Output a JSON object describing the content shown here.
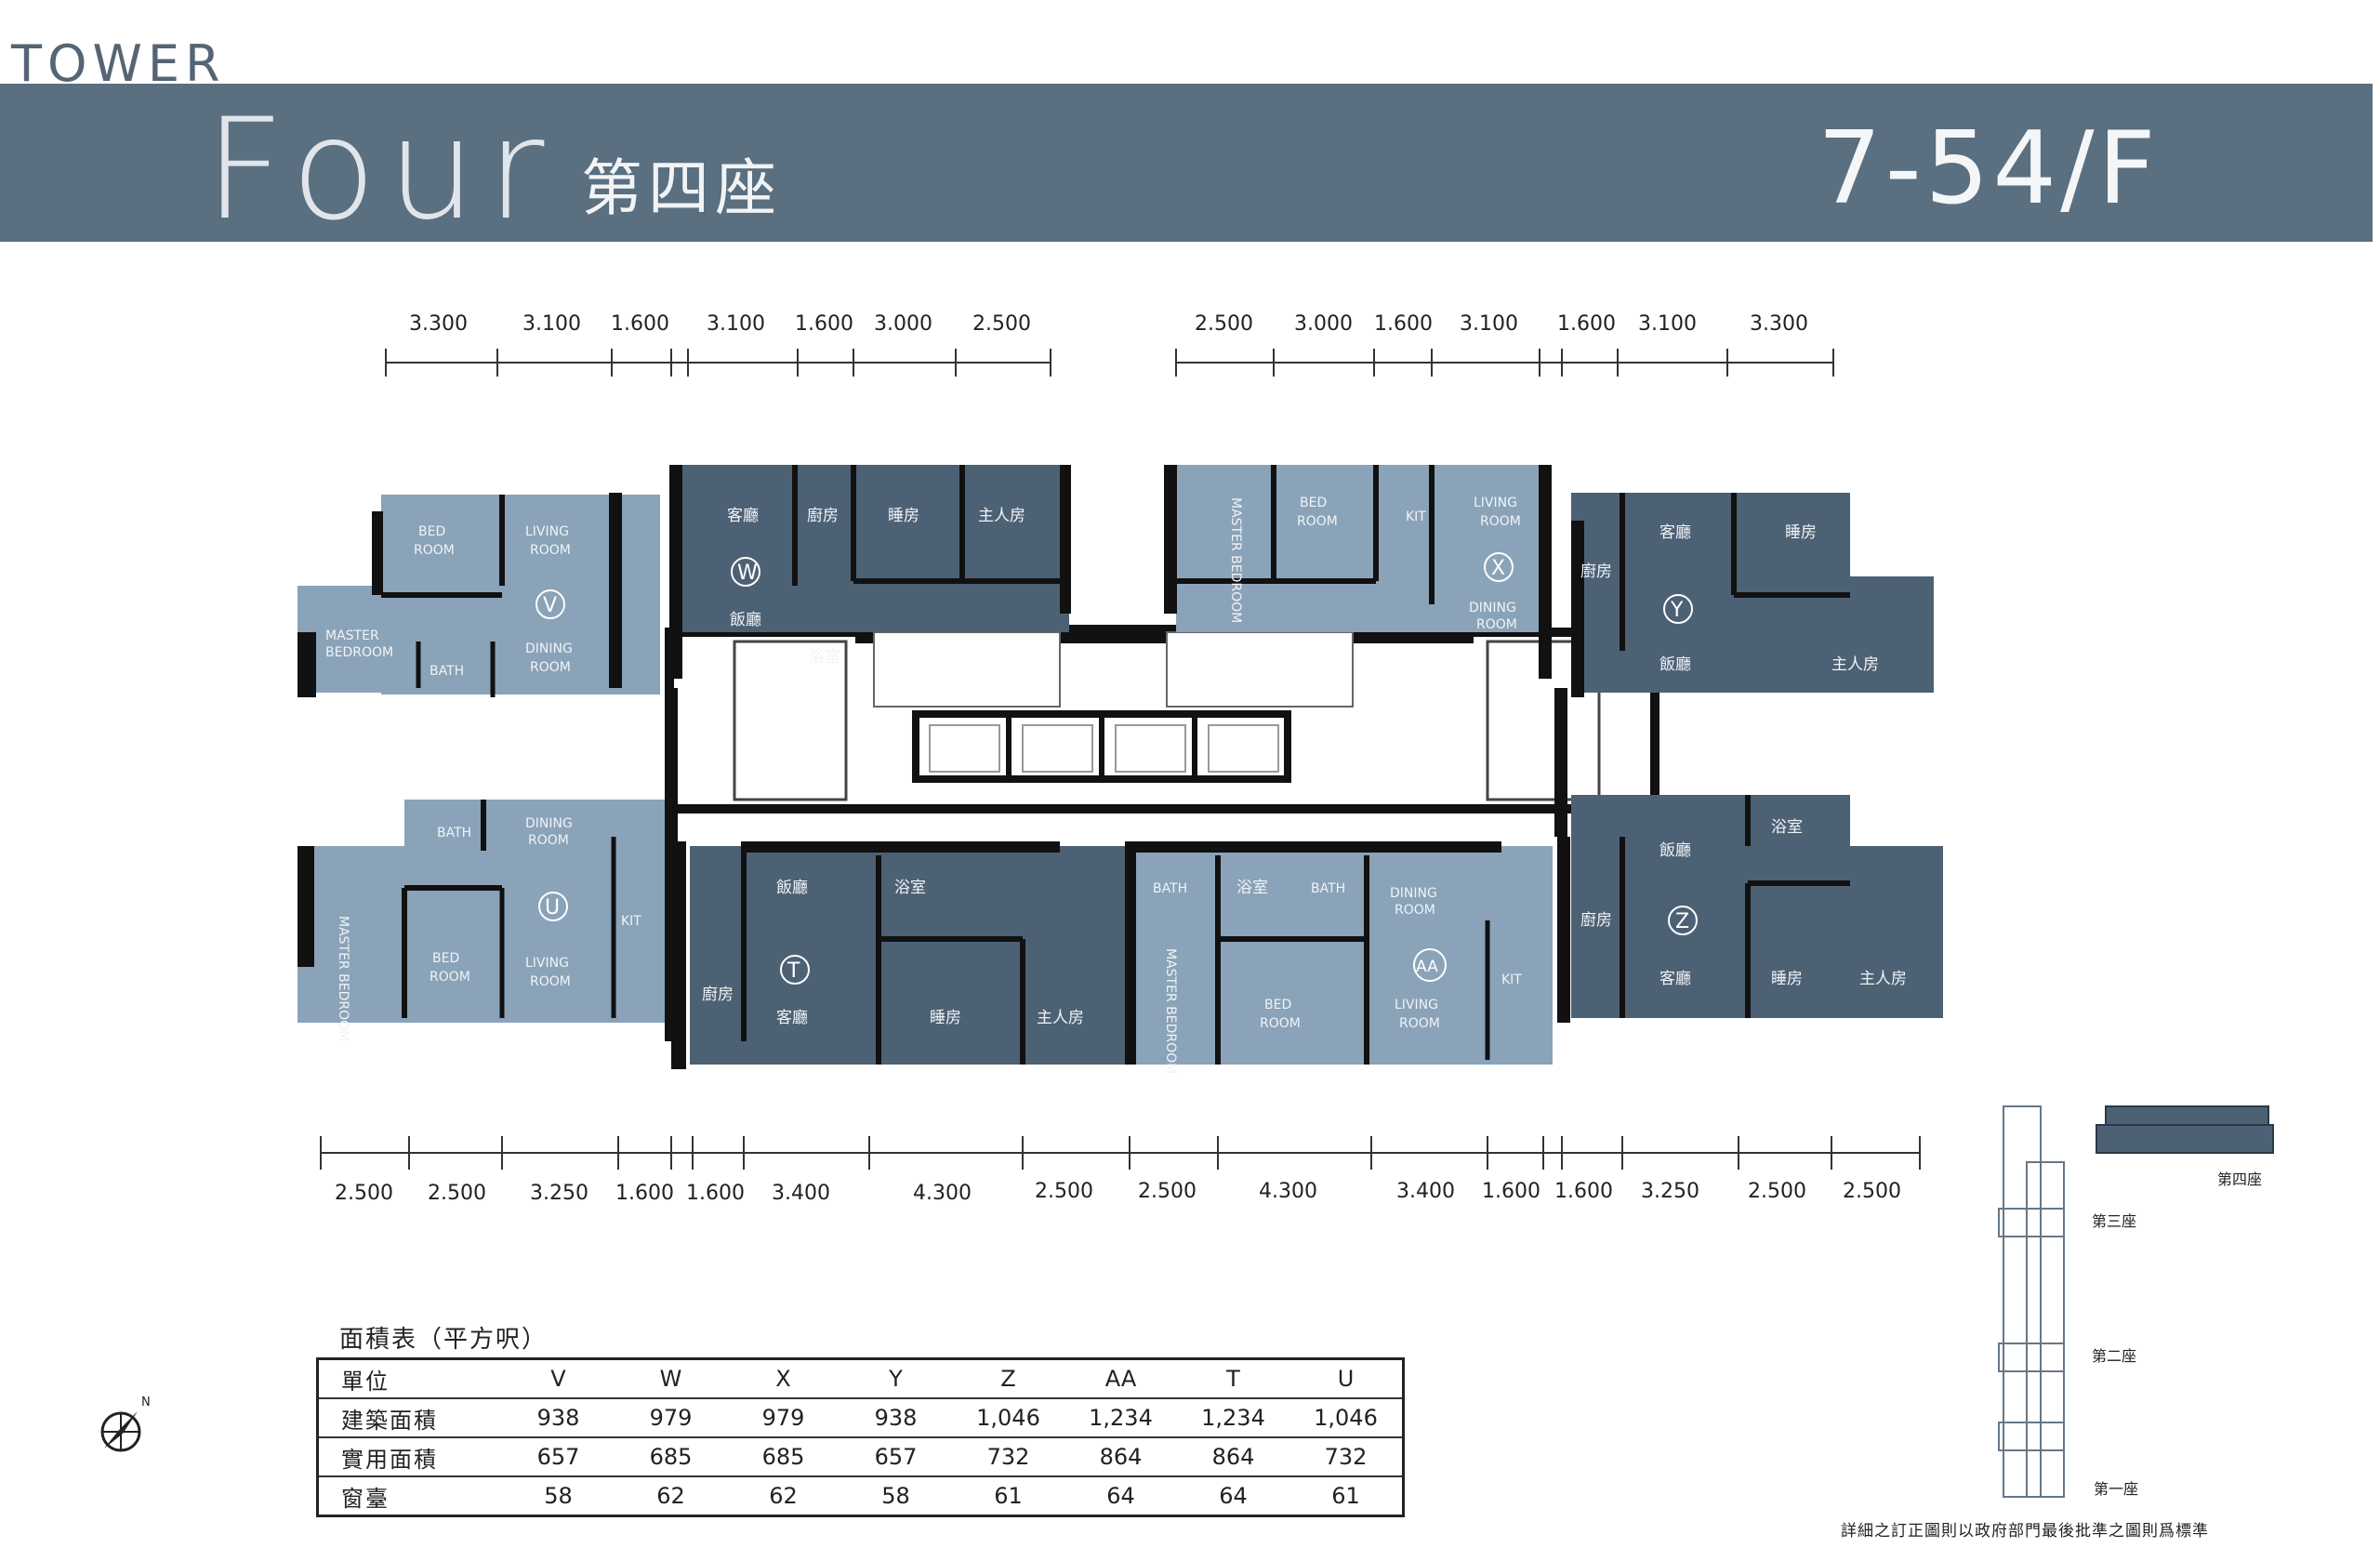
{
  "header": {
    "tower_label": "TOWER",
    "title_en": "Four",
    "title_cn": "第四座",
    "floors": "7-54/F"
  },
  "dimensions": {
    "top_left": [
      "3.300",
      "3.100",
      "1.600",
      "3.100",
      "1.600",
      "3.000",
      "2.500"
    ],
    "top_right": [
      "2.500",
      "3.000",
      "1.600",
      "3.100",
      "1.600",
      "3.100",
      "3.300"
    ],
    "bottom": [
      "2.500",
      "2.500",
      "3.250",
      "1.600",
      "1.600",
      "3.400",
      "4.300",
      "2.500",
      "2.500",
      "4.300",
      "3.400",
      "1.600",
      "1.600",
      "3.250",
      "2.500",
      "2.500"
    ]
  },
  "units": {
    "V": {
      "letter": "V",
      "rooms": [
        "BED",
        "ROOM",
        "LIVING",
        "ROOM",
        "MASTER",
        "BEDROOM",
        "BATH",
        "DINING",
        "ROOM"
      ]
    },
    "W": {
      "letter": "W",
      "rooms": [
        "客廳",
        "廚房",
        "睡房",
        "主人房",
        "飯廳",
        "浴室"
      ]
    },
    "X": {
      "letter": "X",
      "rooms": [
        "MASTER BEDROOM",
        "BED",
        "ROOM",
        "KIT",
        "LIVING",
        "ROOM",
        "DINING",
        "ROOM"
      ]
    },
    "Y": {
      "letter": "Y",
      "rooms": [
        "客廳",
        "睡房",
        "廚房",
        "飯廳",
        "主人房"
      ]
    },
    "U": {
      "letter": "U",
      "rooms": [
        "BATH",
        "DINING",
        "ROOM",
        "MASTER BEDROOM",
        "BED",
        "ROOM",
        "LIVING",
        "ROOM",
        "KIT"
      ]
    },
    "T": {
      "letter": "T",
      "rooms": [
        "飯廳",
        "浴室",
        "廚房",
        "客廳",
        "睡房",
        "主人房"
      ]
    },
    "AA": {
      "letter": "AA",
      "rooms": [
        "BATH",
        "浴室",
        "BATH",
        "DINING",
        "ROOM",
        "MASTER BEDROOM",
        "BED",
        "ROOM",
        "LIVING",
        "ROOM",
        "KIT"
      ]
    },
    "Z": {
      "letter": "Z",
      "rooms": [
        "飯廳",
        "浴室",
        "廚房",
        "客廳",
        "睡房",
        "主人房"
      ]
    }
  },
  "area_table": {
    "title": "面積表（平方呎）",
    "header": [
      "單位",
      "V",
      "W",
      "X",
      "Y",
      "Z",
      "AA",
      "T",
      "U"
    ],
    "rows": [
      [
        "建築面積",
        "938",
        "979",
        "979",
        "938",
        "1,046",
        "1,234",
        "1,234",
        "1,046"
      ],
      [
        "實用面積",
        "657",
        "685",
        "685",
        "657",
        "732",
        "864",
        "864",
        "732"
      ],
      [
        "窗臺",
        "58",
        "62",
        "62",
        "58",
        "61",
        "64",
        "64",
        "61"
      ]
    ]
  },
  "key_plan": {
    "tower4": "第四座",
    "tower3": "第三座",
    "tower2": "第二座",
    "tower1": "第一座"
  },
  "compass": {
    "north": "N"
  },
  "footer_note": "詳細之訂正圖則以政府部門最後批準之圖則爲標準",
  "colors": {
    "banner": "#5a6f80",
    "unit_dark": "#4d6174",
    "unit_light": "#8aa3b8",
    "wall": "#111111"
  }
}
